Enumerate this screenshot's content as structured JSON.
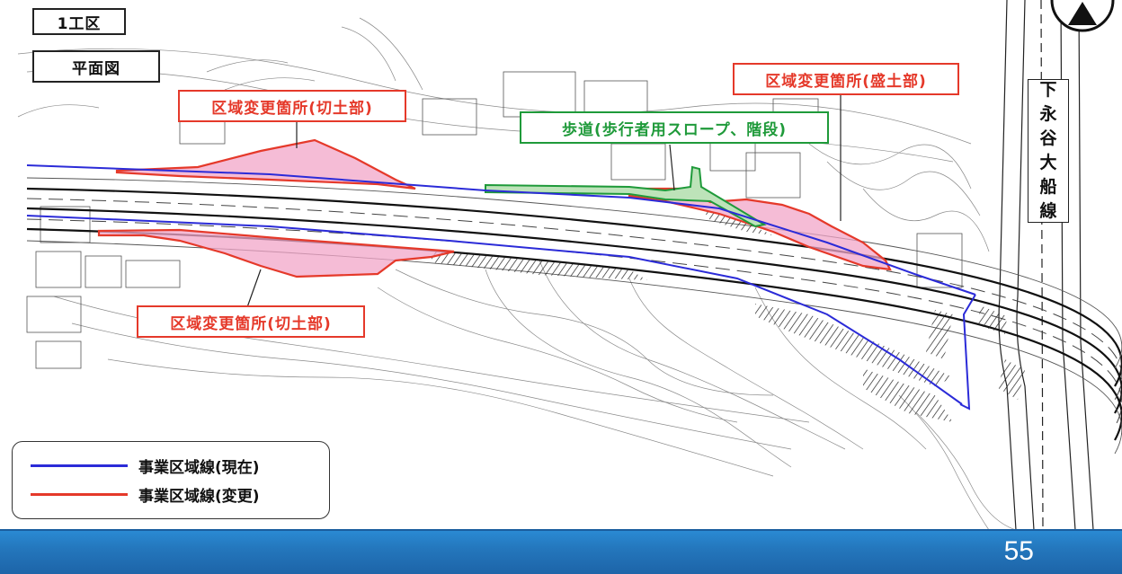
{
  "labels": {
    "section": "1工区",
    "plan_view": "平面図",
    "cut_upper": "区域変更箇所(切土部)",
    "cut_lower": "区域変更箇所(切土部)",
    "fill": "区域変更箇所(盛土部)",
    "sidewalk": "歩道(歩行者用スロープ、階段)"
  },
  "road_name_chars": [
    "下",
    "永",
    "谷",
    "大",
    "船",
    "線"
  ],
  "legend": {
    "current_label": "事業区域線(現在)",
    "changed_label": "事業区域線(変更)"
  },
  "page_number": "55",
  "colors": {
    "current_boundary": "#2b2bd8",
    "changed_boundary": "#e5392a",
    "sidewalk": "#1f9a3a",
    "change_area_fill": "#f1a6c8",
    "footer": "#2477bd"
  },
  "icons": [
    "north-arrow-icon"
  ]
}
